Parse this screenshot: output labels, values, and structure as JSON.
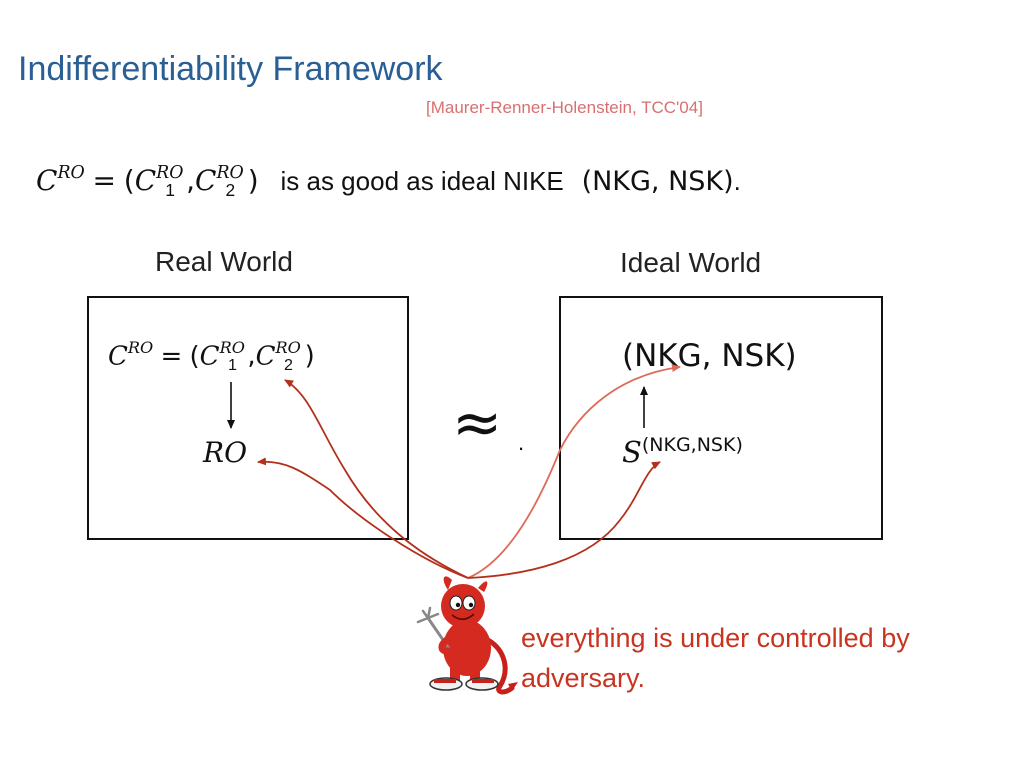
{
  "slide": {
    "title": "Indifferentiability Framework",
    "citation": "[Maurer-Renner-Holenstein, TCC'04]",
    "statement": {
      "construction": "C",
      "oracle": "RO",
      "equals": "=",
      "part1": "C",
      "index1": "1",
      "part2": "C",
      "index2": "2",
      "text": "is as good as ideal NIKE",
      "ideal_pair": "(NKG, NSK)",
      "period": "."
    },
    "real_world": {
      "label": "Real World",
      "construction": "C",
      "oracle": "RO",
      "equals": "=",
      "index1": "1",
      "index2": "2",
      "oracle_node": "RO"
    },
    "ideal_world": {
      "label": "Ideal World",
      "ideal_pair": "(NKG, NSK)",
      "simulator": "S",
      "simulator_oracle": "(NKG,NSK)"
    },
    "relation_symbol": "≈",
    "relation_dot": ".",
    "caption": "everything is under controlled by adversary.",
    "adversary_icon": "devil-mascot-icon",
    "colors": {
      "title": "#2a5f93",
      "citation": "#d77070",
      "caption": "#c8341f",
      "arrow_dark": "#b3301c",
      "arrow_light": "#e06a5a"
    }
  }
}
